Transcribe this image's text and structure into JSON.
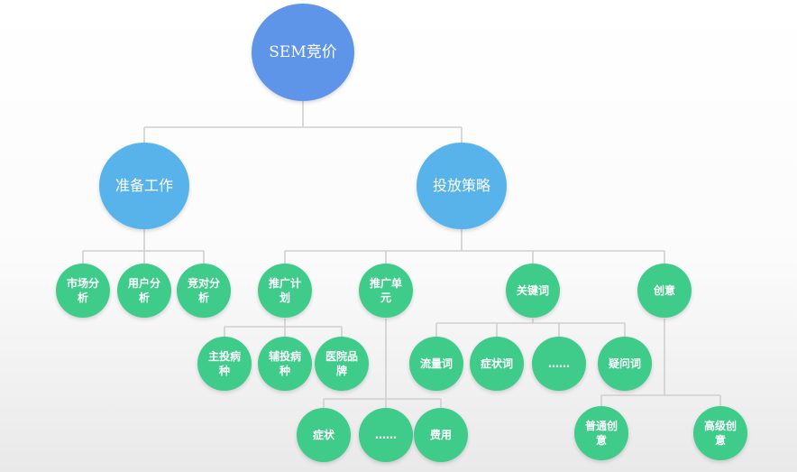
{
  "diagram": {
    "root": "SEM竞价",
    "branches": {
      "prep": "准备工作",
      "strategy": "投放策略"
    },
    "prep_children": {
      "market": "市场分析",
      "user": "用户分析",
      "competitor": "竞对分析"
    },
    "strategy_children": {
      "plan": "推广计划",
      "unit": "推广单元",
      "keyword": "关键词",
      "creative": "创意"
    },
    "plan_children": {
      "main_disease": "主投病种",
      "aux_disease": "辅投病种",
      "hospital_brand": "医院品牌"
    },
    "unit_children": {
      "symptom": "症状",
      "ellipsis": "……",
      "cost": "费用"
    },
    "keyword_children": {
      "traffic": "流量词",
      "symptom_word": "症状词",
      "ellipsis": "……",
      "question_word": "疑问词"
    },
    "creative_children": {
      "normal": "普通创意",
      "advanced": "高级创意"
    }
  },
  "colors": {
    "root": "#5f95e8",
    "level1": "#57b3e9",
    "leaf": "#3fcb8a",
    "connector": "#cfcfcf"
  }
}
